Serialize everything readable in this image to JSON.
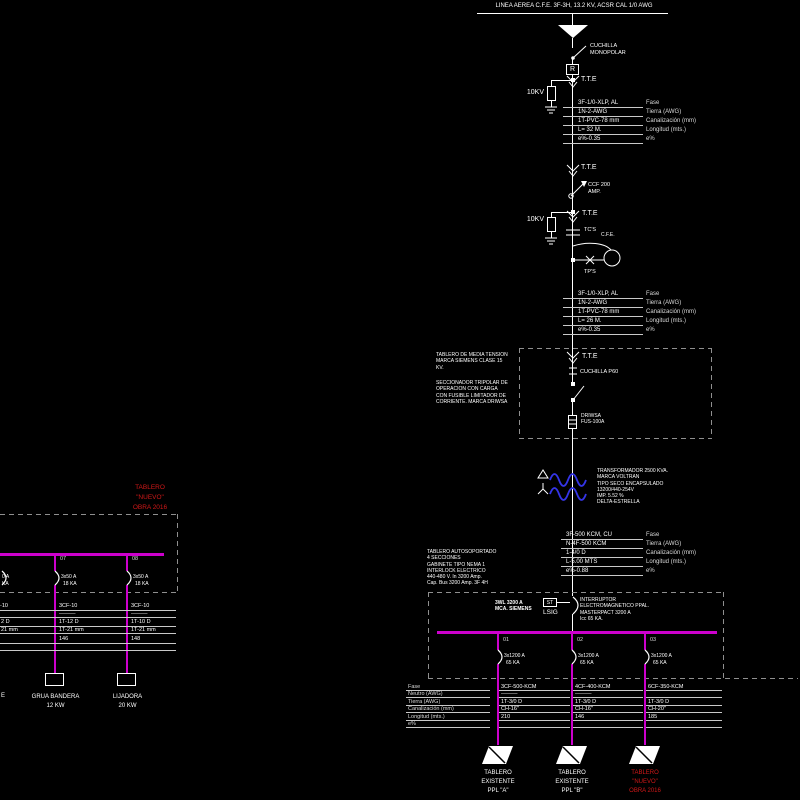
{
  "colors": {
    "background": "#000000",
    "line_white": "#ffffff",
    "bus_magenta": "#cc00cc",
    "accent_red": "#d01818",
    "coil_blue": "#3535e8",
    "dashed_gray": "#8f8f8f"
  },
  "header": {
    "overhead_line": "LINEA AEREA C.F.E. 3F-3H, 13.2 KV, ACSR CAL 1/0 AWG"
  },
  "symbols": {
    "cuchilla_monopolar": "CUCHILLA\nMONOPOLAR",
    "relay": "R",
    "arrester_rating": "10KV",
    "tte": "T.T.E",
    "fuse_cutout": "CCF 200\nAMP.",
    "tcs": "TC'S",
    "meter": "C.F.E.",
    "tps": "TP'S",
    "cuchilla_mt": "CUCHILLA P60",
    "mv_fuse": "DRIWSA\nFUS-100A"
  },
  "cable_tables": {
    "row_labels": [
      "Fase",
      "Tierra (AWG)",
      "Canalización (mm)",
      "Longitud (mts.)",
      "e%"
    ],
    "acometida_1": [
      "3F-1/0-XLP, AL",
      "1N-2-AWG",
      "1T-PVC-78 mm",
      "L= 32 M.",
      "e%-0.35"
    ],
    "acometida_2": [
      "3F-1/0-XLP, AL",
      "1N-2-AWG",
      "1T-PVC-78 mm",
      "L= 26 M.",
      "e%-0.35"
    ],
    "secundario": [
      "3F-500 KCM, CU",
      "N-4F-500 KCM",
      "1-4/0 D",
      "L-5.00 MTS",
      "e%-0.88"
    ]
  },
  "notes": {
    "tablero_mt": "TABLERO DE MEDIA TENSION\nMARCA SIEMENS CLASE 15\nKV.",
    "seccionador": "SECCIONADOR TRIPOLAR DE\nOPERACION CON CARGA\nCON FUSIBLE LIMITADOR DE\nCORRIENTE. MARCA DRIWSA",
    "transformador": "TRANSFORMADOR 2500 KVA.\nMARCA VOLTRAN\nTIPO SECO ENCAPSULADO\n13200/440-254V\nIMP. 5.52 %\nDELTA-ESTRELLA",
    "tablero_bt": "TABLERO AUTOSOPORTADO\n4 SECCIONES\nGABINETE TIPO NEMA 1\nINTERLOCK ELECTRICO\n440-480 V.  In 3200 Amp.\nCap. Bus 3200 Amp. 3F 4H"
  },
  "main_breaker": {
    "tag": "3WL 3200 A\nMCA. SIEMENS",
    "trip_unit": "ST",
    "protections": "LSIG",
    "note": "INTERRUPTOR\nELECTROMAGNETICO PPAL.\nMASTERPACT 3200 A\nIcc 65 KA."
  },
  "feeders": {
    "ids": [
      "01",
      "02",
      "03"
    ],
    "breaker_rating": "3x1200 A",
    "breaker_icc": "65 KA",
    "table": {
      "row_labels": [
        "Fase",
        "Neutro (AWG)",
        "Tierra (AWG)",
        "Canalización (mm)",
        "Longitud (mts.)",
        "e%"
      ],
      "columns": [
        [
          "3CF-500-KCM",
          "———",
          "1T-3/0 D",
          "CH-16\"",
          "210",
          ""
        ],
        [
          "4CF-400-KCM",
          "———",
          "1T-3/0 D",
          "CH-16\"",
          "146",
          ""
        ],
        [
          "6CF-350-KCM",
          "",
          "1T-3/0 D",
          "CH-20\"",
          "185",
          ""
        ]
      ]
    },
    "tableros": [
      "TABLERO\nEXISTENTE\nPPL \"A\"",
      "TABLERO\nEXISTENTE\nPPL \"B\"",
      "TABLERO\n\"NUEVO\"\nOBRA 2016"
    ]
  },
  "left_panel": {
    "title": "TABLERO\n\"NUEVO\"\nOBRA 2016",
    "ids": [
      "07",
      "08"
    ],
    "breaker_rating": "3x50 A",
    "breaker_icc": "18 KA",
    "table": {
      "col_07": [
        "3CF-10",
        "———",
        "1T-12 D",
        "1T-21 mm",
        "146"
      ],
      "col_08": [
        "3CF-10",
        "———",
        "1T-10 D",
        "1T-21 mm",
        "148"
      ],
      "partial": [
        "-10",
        "2 D",
        "21 mm"
      ]
    },
    "partial_breaker": {
      "rating": "0 A",
      "icc": "KA",
      "label_fragment": "E"
    },
    "loads": [
      "GRUA BANDERA\n12 KW",
      "LIJADORA\n20 KW"
    ]
  }
}
